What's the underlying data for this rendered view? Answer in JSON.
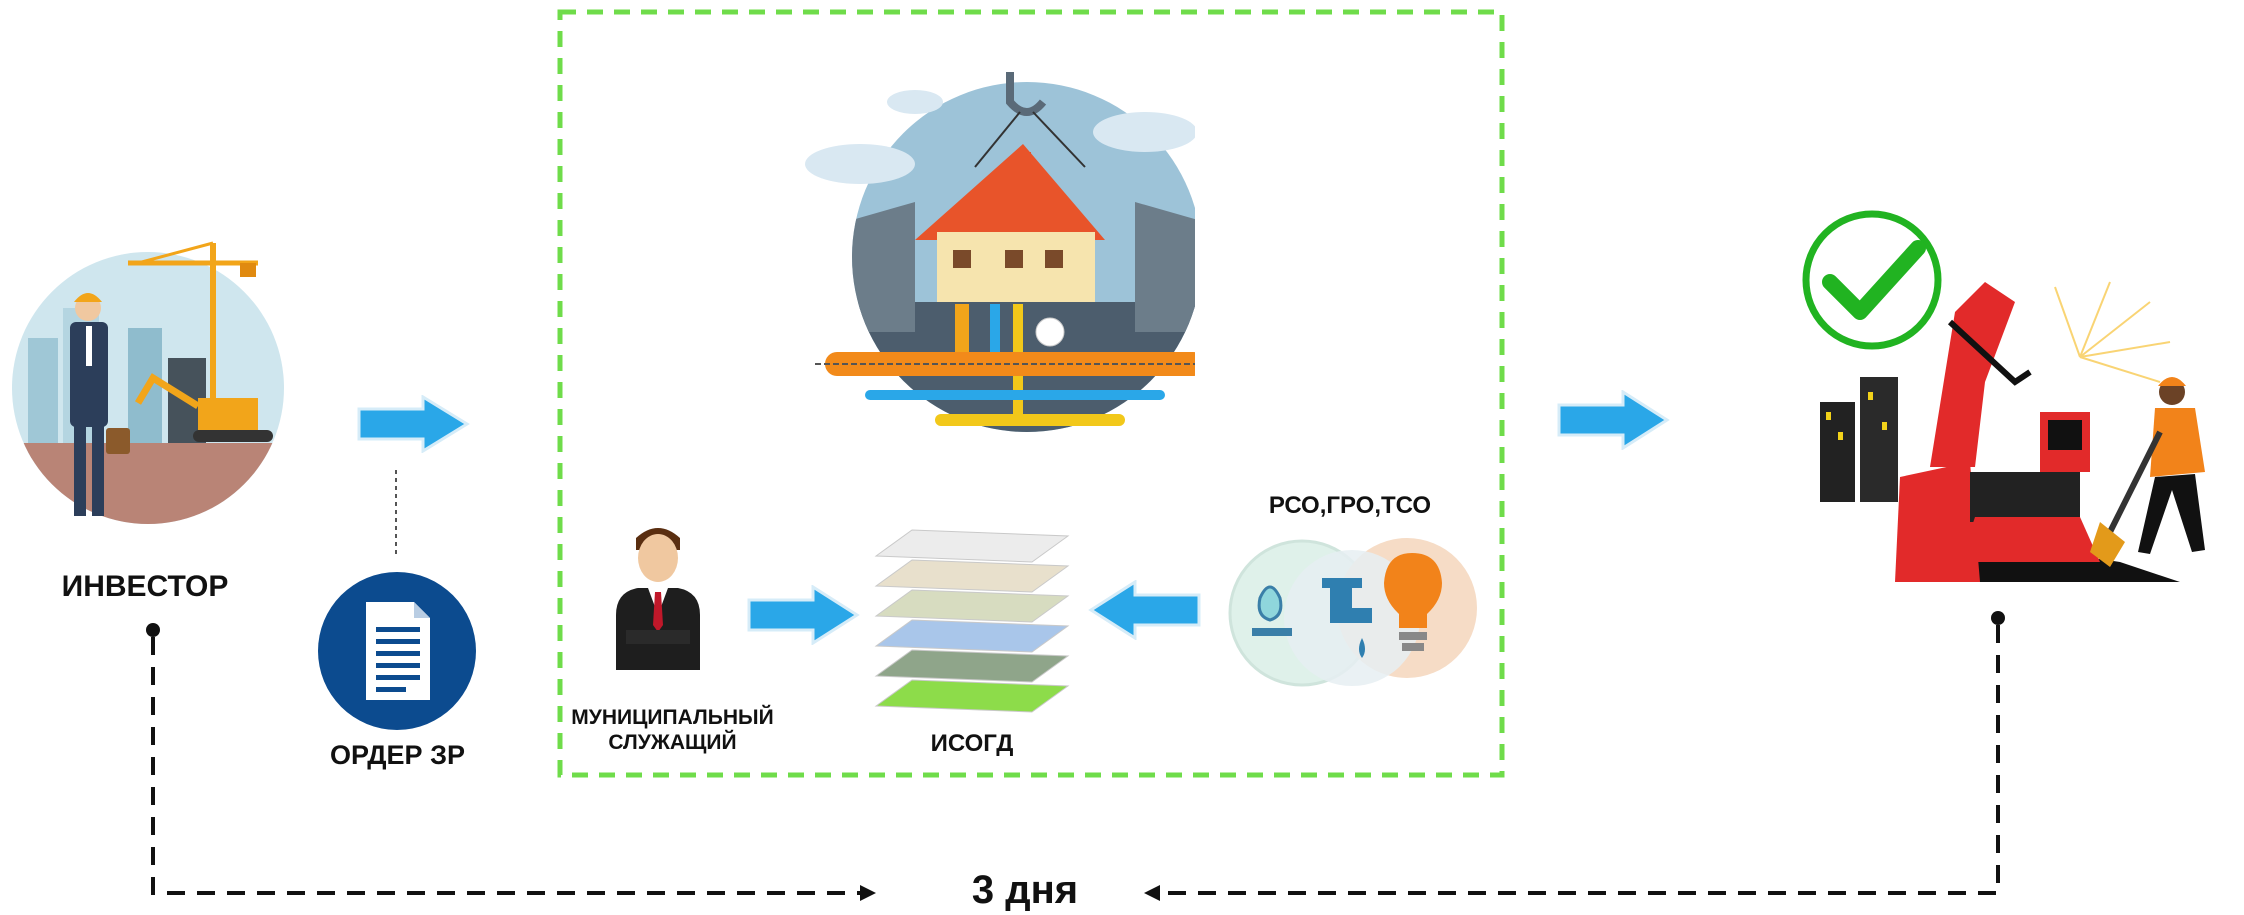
{
  "investor": {
    "label": "ИНВЕСТОР"
  },
  "order": {
    "label": "ОРДЕР ЗР"
  },
  "official": {
    "label_line1": "МУНИЦИПАЛЬНЫЙ",
    "label_line2": "СЛУЖАЩИЙ"
  },
  "isogd": {
    "label": "ИСОГД"
  },
  "utilities": {
    "label": "РСО,ГРО,ТСО"
  },
  "timeline": {
    "label": "3 дня"
  },
  "colors": {
    "frame_dash": "#6fdc4a",
    "arrow_blue": "#2aa7e8",
    "order_circle": "#0c4b8f",
    "check_green": "#21b321",
    "excavator_red": "#e22a2a"
  },
  "icons": {
    "investor": "construction-investor-icon",
    "document": "document-icon",
    "house": "house-utilities-icon",
    "official": "official-person-icon",
    "layers": "map-layers-icon",
    "utilities": "gas-water-electricity-icon",
    "checkmark": "checkmark-icon",
    "excavator": "excavator-worker-icon"
  }
}
